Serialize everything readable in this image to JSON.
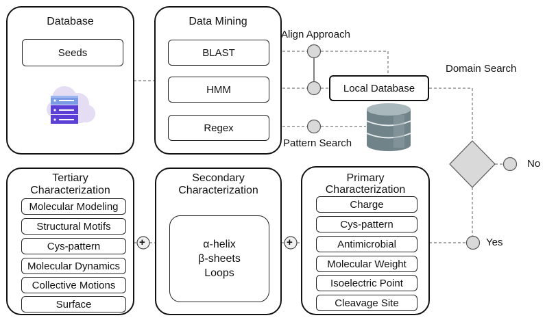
{
  "database": {
    "title": "Database",
    "seeds": "Seeds"
  },
  "data_mining": {
    "title": "Data Mining",
    "items": [
      "BLAST",
      "HMM",
      "Regex"
    ]
  },
  "connectors": {
    "align_approach": "Align Approach",
    "pattern_search": "Pattern Search",
    "local_database": "Local Database",
    "domain_search": "Domain Search",
    "no": "No",
    "yes": "Yes",
    "plus": "+"
  },
  "tertiary": {
    "title_line1": "Tertiary",
    "title_line2": "Characterization",
    "items": [
      "Molecular Modeling",
      "Structural Motifs",
      "Cys-pattern",
      "Molecular Dynamics",
      "Collective Motions",
      "Surface"
    ]
  },
  "secondary": {
    "title_line1": "Secondary",
    "title_line2": "Characterization",
    "items": [
      "α-helix",
      "β-sheets",
      "Loops"
    ]
  },
  "primary": {
    "title_line1": "Primary",
    "title_line2": "Characterization",
    "items": [
      "Charge",
      "Cys-pattern",
      "Antimicrobial",
      "Molecular Weight",
      "Isoelectric Point",
      "Cleavage Site"
    ]
  },
  "colors": {
    "node_fill": "#d9d9d9",
    "cloud": "#e4ddf3",
    "server": "#5b3fd6",
    "server_light": "#7c9be6",
    "cylinder": "#6f8389"
  },
  "icons": [
    "cloud-server-icon",
    "database-cylinder-icon",
    "decision-diamond"
  ]
}
